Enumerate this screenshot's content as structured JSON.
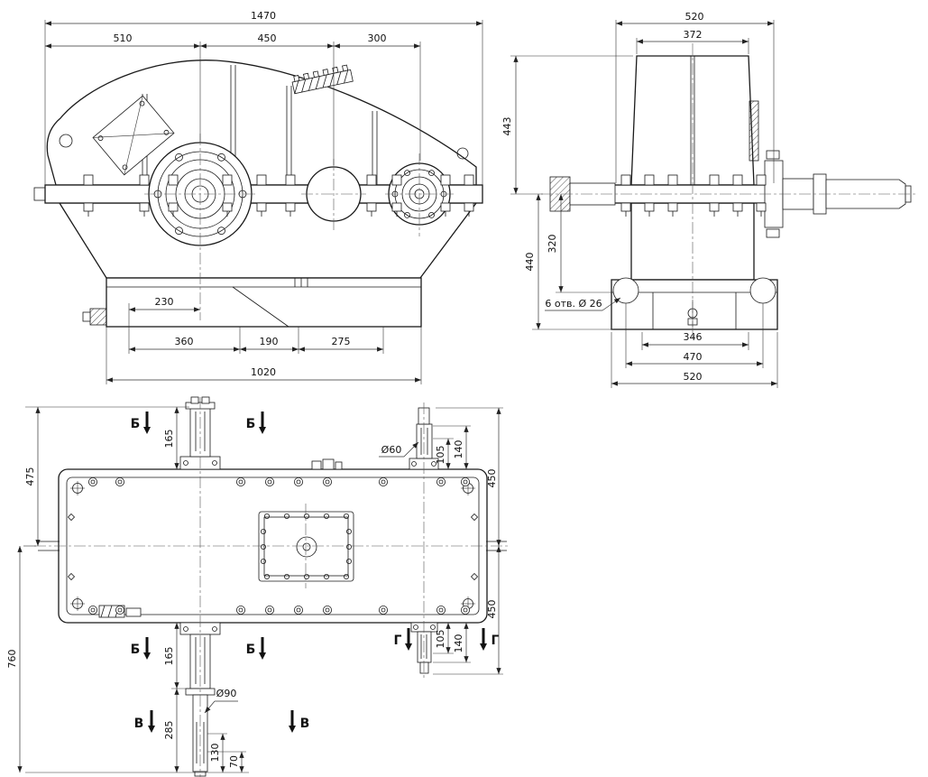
{
  "drawing": {
    "front_view": {
      "dim_overall_width": "1470",
      "dim_left_span": "510",
      "dim_mid_span": "450",
      "dim_right_span": "300",
      "dim_230": "230",
      "dim_360": "360",
      "dim_190": "190",
      "dim_275": "275",
      "dim_base_width": "1020"
    },
    "side_view": {
      "dim_width_top": "520",
      "dim_372": "372",
      "dim_443": "443",
      "dim_440": "440",
      "dim_320": "320",
      "holes_note": "6 отв. Ø 26",
      "dim_346": "346",
      "dim_470": "470",
      "dim_width_bottom": "520"
    },
    "plan_view": {
      "dim_475": "475",
      "dim_760": "760",
      "dim_165_top": "165",
      "dim_165_bottom": "165",
      "dim_285": "285",
      "dim_130": "130",
      "dim_70": "70",
      "dia_90": "Ø90",
      "dia_60": "Ø60",
      "dim_105_top": "105",
      "dim_140_top": "140",
      "dim_450_upper": "450",
      "dim_450_lower": "450",
      "dim_105_bottom": "105",
      "dim_140_bottom": "140",
      "section_b": "Б",
      "section_v": "В",
      "section_g": "Г"
    }
  }
}
